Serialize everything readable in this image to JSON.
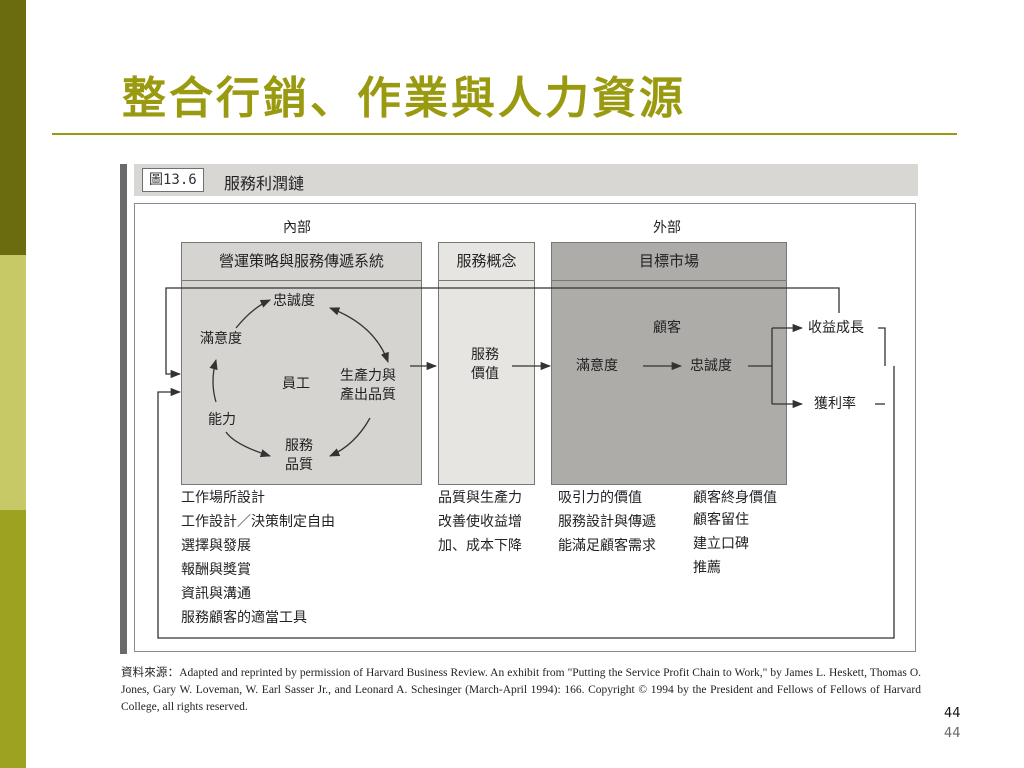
{
  "slide": {
    "title": "整合行銷、作業與人力資源",
    "page_number": "44",
    "page_number_repeat": "44"
  },
  "figure": {
    "number": "圖13.6",
    "title": "服務利潤鏈",
    "section_internal": "內部",
    "section_external": "外部",
    "box_internal_title": "營運策略與服務傳遞系統",
    "box_concept_title": "服務概念",
    "box_market_title": "目標市場",
    "cycle": {
      "loyalty": "忠誠度",
      "satisfaction": "滿意度",
      "employee": "員工",
      "productivity_line1": "生產力與",
      "productivity_line2": "產出品質",
      "capability": "能力",
      "service_quality_line1": "服務",
      "service_quality_line2": "品質"
    },
    "concept_value_line1": "服務",
    "concept_value_line2": "價值",
    "market": {
      "customer": "顧客",
      "satisfaction": "滿意度",
      "loyalty": "忠誠度"
    },
    "outcome_revenue_growth": "收益成長",
    "outcome_profitability": "獲利率",
    "internal_list": [
      "工作場所設計",
      "工作設計／決策制定自由",
      "選擇與發展",
      "報酬與獎賞",
      "資訊與溝通",
      "服務顧客的適當工具"
    ],
    "concept_list": [
      "品質與生產力",
      "改善使收益增",
      "加、成本下降"
    ],
    "market_list_a": [
      "吸引力的價值",
      "服務設計與傳遞",
      "能滿足顧客需求"
    ],
    "market_list_b": [
      "顧客終身價值",
      "顧客留住",
      "建立口碑",
      "推薦"
    ]
  },
  "source": {
    "label": "資料來源：",
    "text": "Adapted and reprinted by permission of Harvard Business Review. An exhibit from \"Putting the Service Profit Chain to Work,\" by James L. Heskett, Thomas O. Jones, Gary W. Loveman, W. Earl Sasser Jr., and Leonard A. Schesinger (March-April 1994): 166. Copyright © 1994 by the President and Fellows of Fellows of Harvard College, all rights reserved."
  },
  "colors": {
    "title": "#9a9a10",
    "sidebar_dark": "#6b6b10",
    "sidebar_light": "#c7c866",
    "sidebar_mid": "#9da320"
  }
}
